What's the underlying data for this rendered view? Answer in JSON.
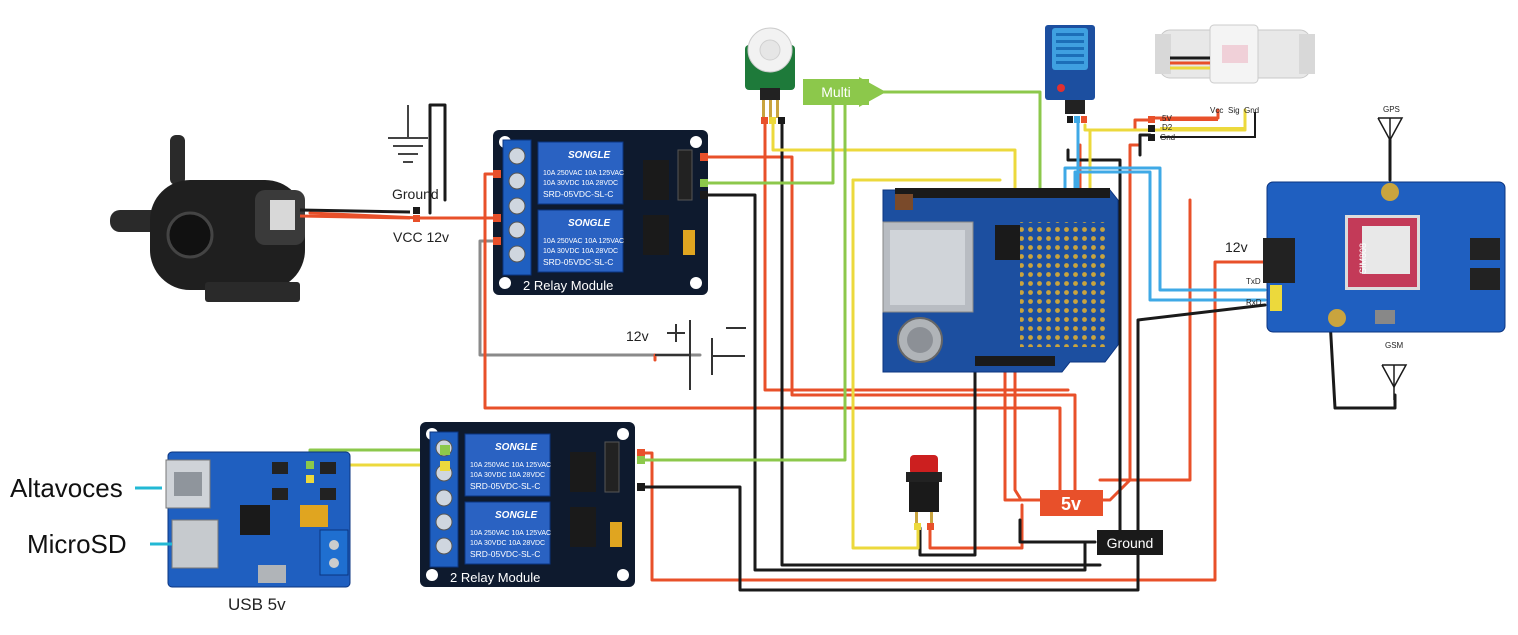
{
  "labels": {
    "ground_top": "Ground",
    "vcc_12v": "VCC 12v",
    "battery_12v": "12v",
    "relay_module": "2 Relay Module",
    "multi": "Multi",
    "five_v": "5v",
    "ground_box": "Ground",
    "usb_5v": "USB 5v",
    "altavoces": "Altavoces",
    "microsd": "MicroSD",
    "gsm_12v": "12v",
    "gps": "GPS",
    "gsm": "GSM",
    "txd": "TxD",
    "rxd": "RxD",
    "flow_5v": "5V",
    "flow_d2": "D2",
    "flow_gnd": "Gnd",
    "flow_vcc": "Vcc",
    "flow_sig": "Sig",
    "flow_gnd2": "Gnd",
    "relay_brand": "SONGLE",
    "relay_spec1": "10A 250VAC  10A 125VAC",
    "relay_spec2": "10A  30VDC  10A  28VDC",
    "relay_model": "SRD-05VDC-SL-C",
    "sim_chip": "SIM808"
  },
  "colors": {
    "wire_red": "#e8502a",
    "wire_black": "#1a1a1a",
    "wire_yellow": "#ecd93c",
    "wire_green": "#8cc84b",
    "wire_blue": "#3fa9e6",
    "wire_gray": "#8a8a8a",
    "board_blue": "#1c4fa0",
    "box_multi": "#8cc84b",
    "box_5v": "#e8502a",
    "box_ground": "#1a1a1a",
    "cyan_arrow": "#22b8d4"
  },
  "icons": [
    "pump-icon",
    "ground-symbol-icon",
    "battery-icon",
    "pir-sensor-icon",
    "dht-sensor-icon",
    "flow-sensor-icon",
    "antenna-icon",
    "push-button-icon",
    "relay-module-icon",
    "arduino-shield-icon",
    "gsm-module-icon",
    "mp3-module-icon"
  ]
}
